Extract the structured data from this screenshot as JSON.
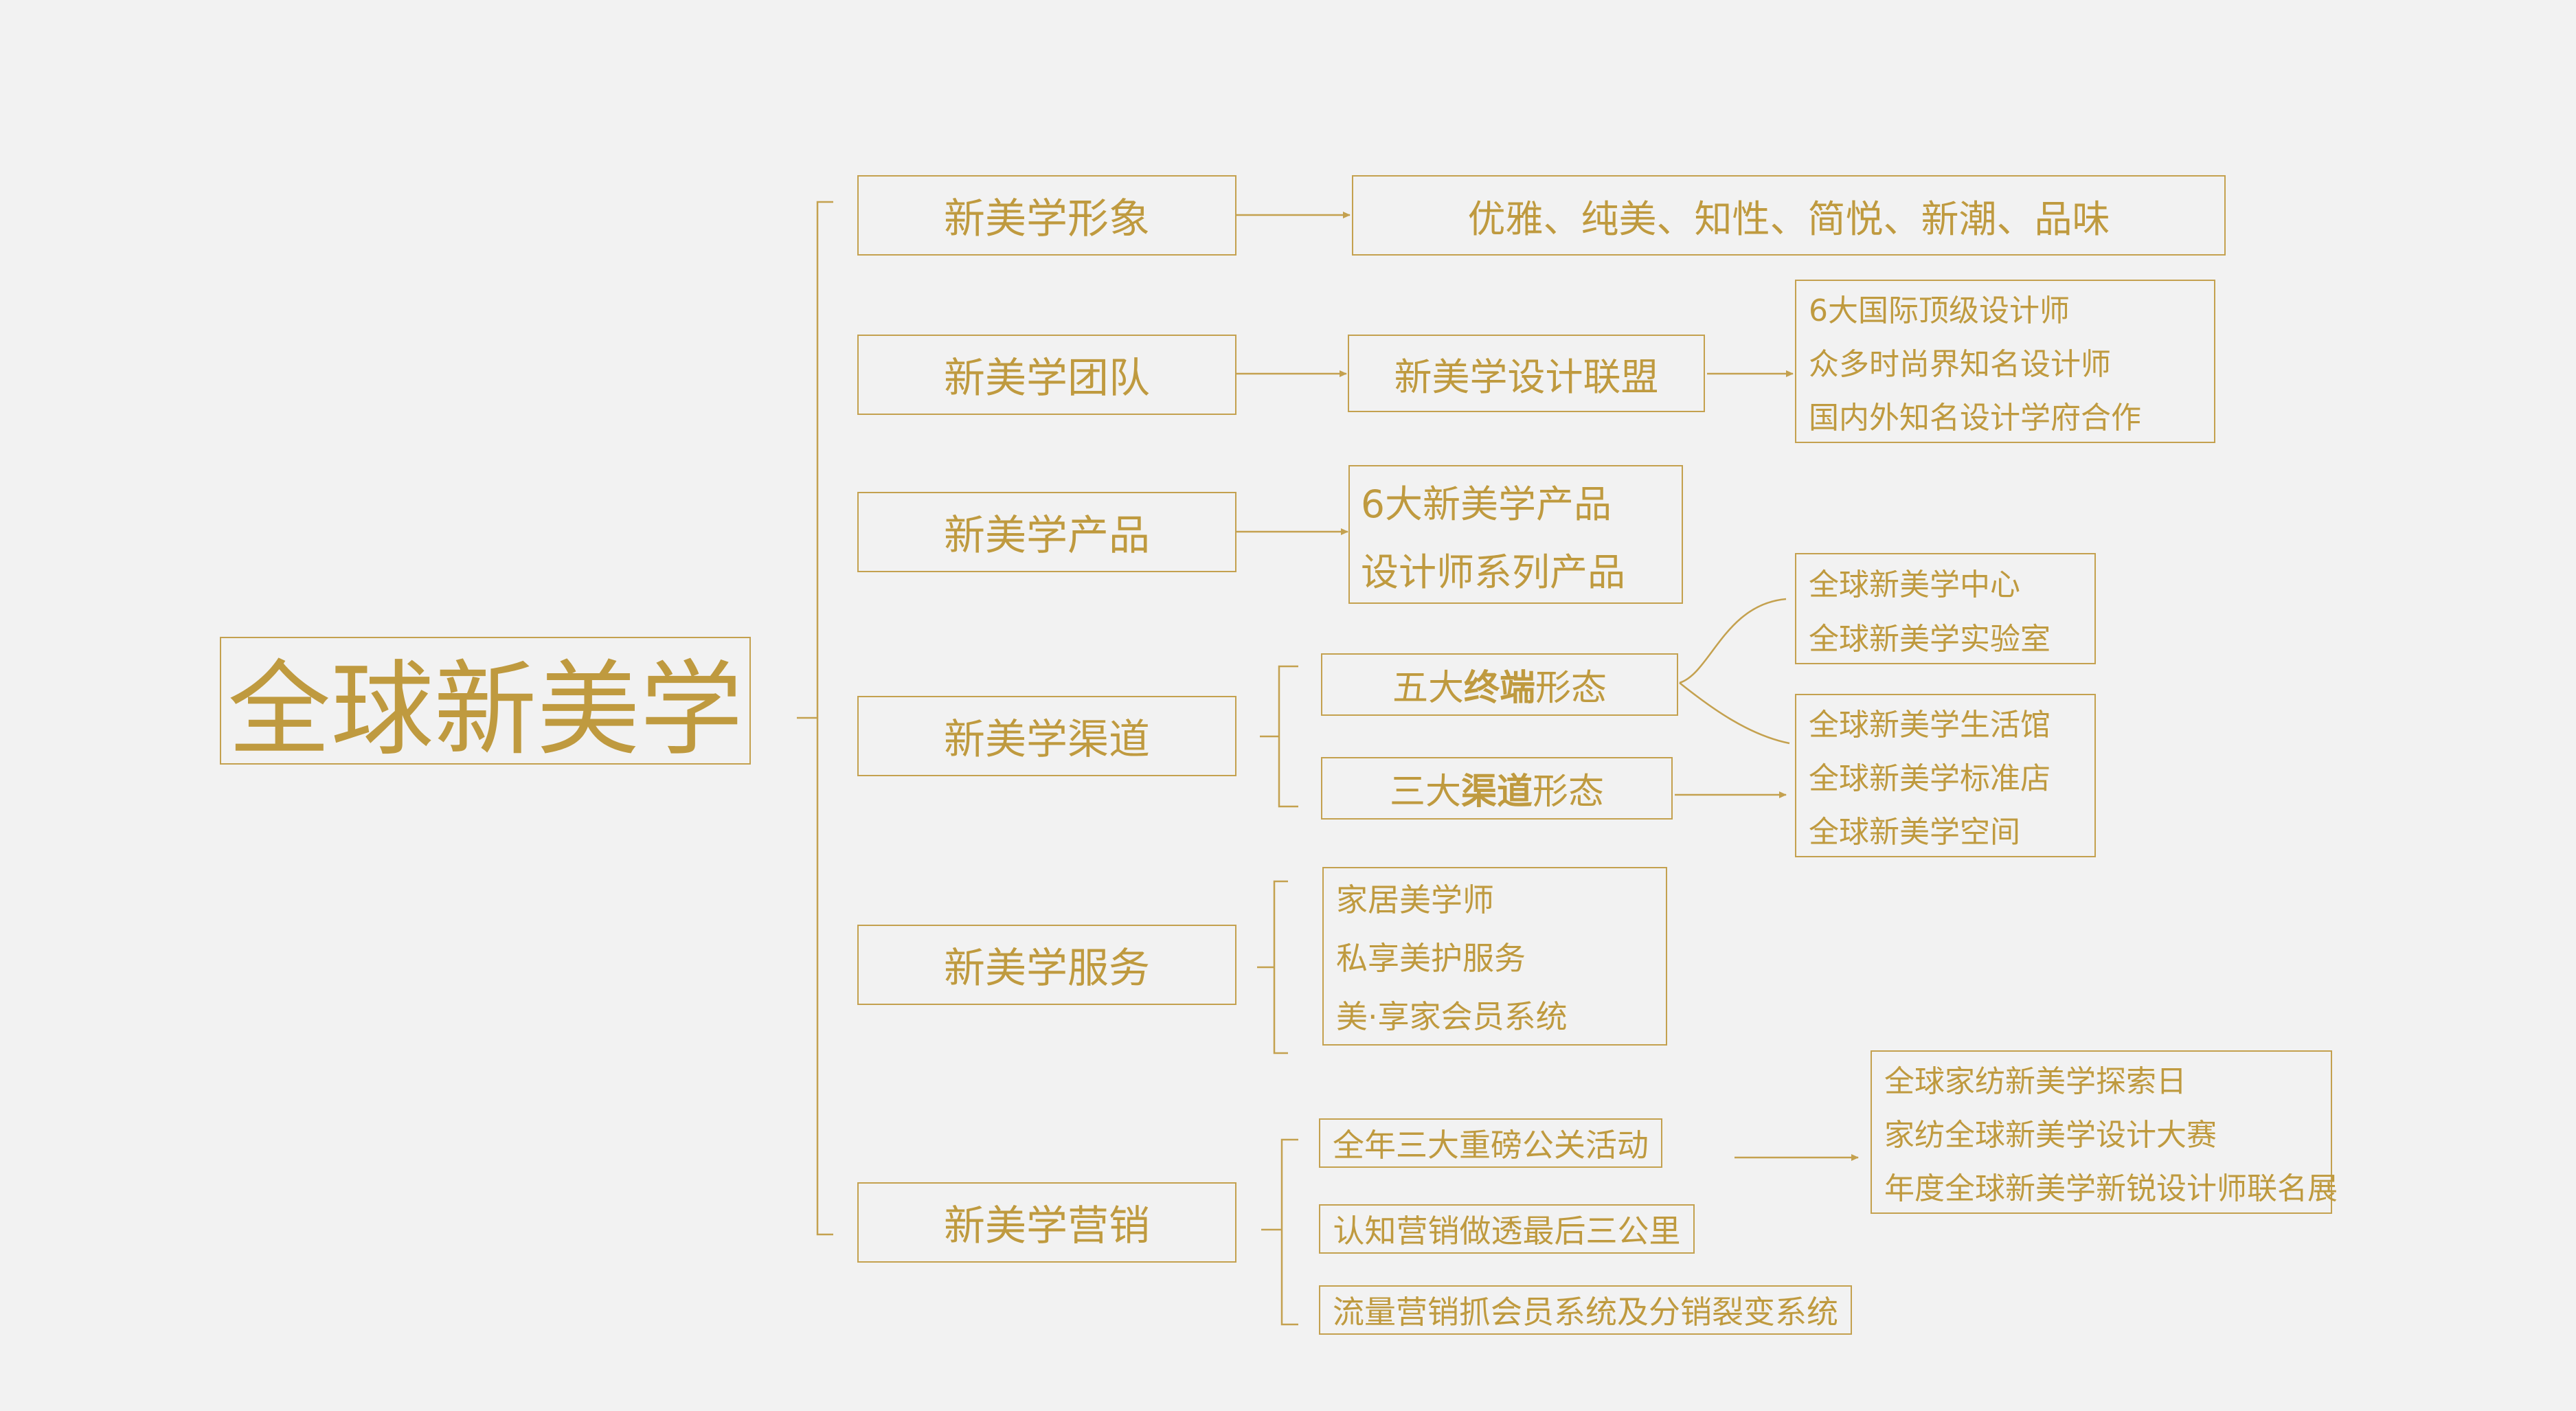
{
  "root": {
    "title": "全球新美学"
  },
  "branches": {
    "image": {
      "label": "新美学形象",
      "traits": "优雅、纯美、知性、简悦、新潮、品味"
    },
    "team": {
      "label": "新美学团队",
      "alliance": "新美学设计联盟",
      "members": [
        "6大国际顶级设计师",
        "众多时尚界知名设计师",
        "国内外知名设计学府合作"
      ]
    },
    "product": {
      "label": "新美学产品",
      "items": [
        "6大新美学产品",
        "设计师系列产品"
      ]
    },
    "channel": {
      "label": "新美学渠道",
      "terminal": {
        "pre": "五大",
        "bold": "终端",
        "post": "形态"
      },
      "channel_form": {
        "pre": "三大",
        "bold": "渠道",
        "post": "形态"
      },
      "terminal_items": [
        "全球新美学中心",
        "全球新美学实验室"
      ],
      "channel_items": [
        "全球新美学生活馆",
        "全球新美学标准店",
        "全球新美学空间"
      ]
    },
    "service": {
      "label": "新美学服务",
      "items": [
        "家居美学师",
        "私享美护服务",
        "美·享家会员系统"
      ]
    },
    "marketing": {
      "label": "新美学营销",
      "activity": "全年三大重磅公关活动",
      "cognition": "认知营销做透最后三公里",
      "traffic": "流量营销抓会员系统及分销裂变系统",
      "events": [
        "全球家纺新美学探索日",
        "家纺全球新美学设计大赛",
        "年度全球新美学新锐设计师联名展"
      ]
    }
  },
  "colors": {
    "background": "#f2f2f2",
    "line": "#c4a14f",
    "text": "#bf9a3f"
  }
}
